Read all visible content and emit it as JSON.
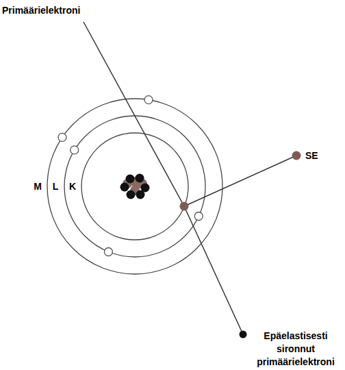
{
  "diagram": {
    "labels": [
      "Primäärielektroni",
      "M",
      "L",
      "K",
      "SE",
      "Epäelastisesti sironnut primäärielektroni"
    ]
  }
}
